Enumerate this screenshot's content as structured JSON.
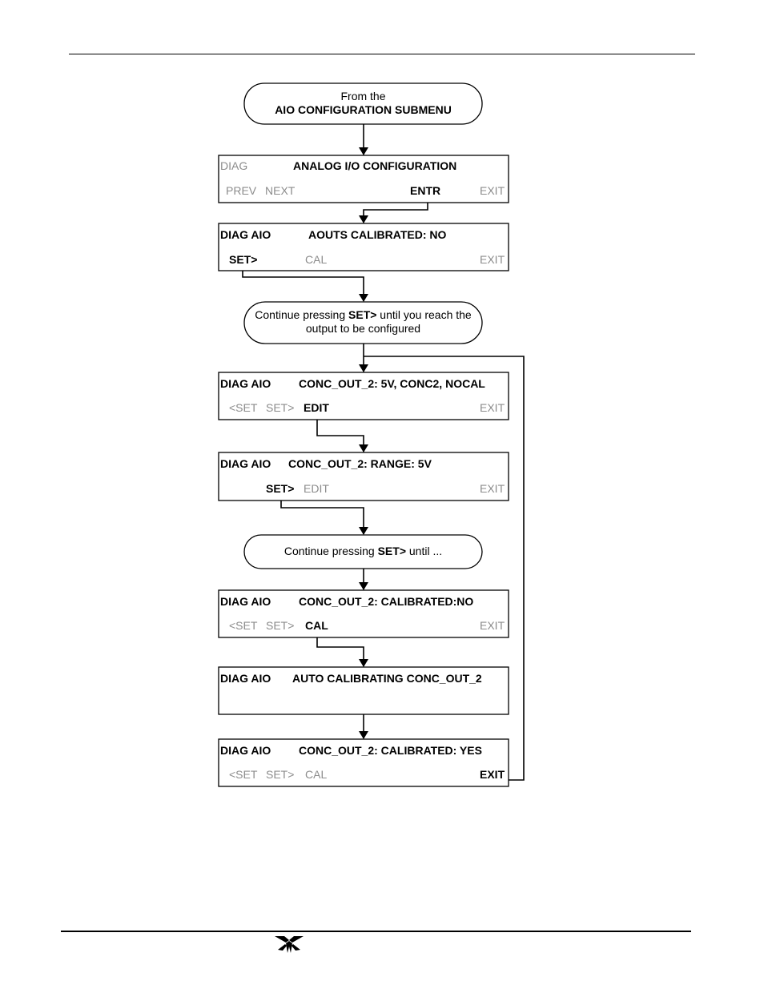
{
  "colors": {
    "line": "#000000",
    "inactive_text": "#8c8c8c"
  },
  "logo": {
    "icon": "teledyne-logo-icon"
  },
  "start": {
    "line1": "From the",
    "line2": "AIO CONFIGURATION SUBMENU"
  },
  "bubble_continue": {
    "pre": "Continue pressing ",
    "key": "SET>",
    "post": " until you reach the",
    "line2": "output to be configured"
  },
  "bubble_until": {
    "pre": "Continue pressing ",
    "key": "SET>",
    "post": " until ..."
  },
  "screens": [
    {
      "mode": "DIAG",
      "title": "ANALOG I/O CONFIGURATION",
      "keys": [
        "PREV",
        "NEXT",
        "ENTR",
        "EXIT"
      ]
    },
    {
      "mode": "DIAG AIO",
      "title": "AOUTS CALIBRATED: NO",
      "keys": [
        "SET>",
        "CAL",
        "EXIT"
      ]
    },
    {
      "mode": "DIAG AIO",
      "title": "CONC_OUT_2: 5V, CONC2, NOCAL",
      "keys": [
        "<SET",
        "SET>",
        "EDIT",
        "EXIT"
      ]
    },
    {
      "mode": "DIAG AIO",
      "title": "CONC_OUT_2: RANGE: 5V",
      "keys": [
        "SET>",
        "EDIT",
        "EXIT"
      ]
    },
    {
      "mode": "DIAG AIO",
      "title": "CONC_OUT_2: CALIBRATED:NO",
      "keys": [
        "<SET",
        "SET>",
        "CAL",
        "EXIT"
      ]
    },
    {
      "mode": "DIAG AIO",
      "title": "AUTO CALIBRATING CONC_OUT_2",
      "keys": []
    },
    {
      "mode": "DIAG AIO",
      "title": "CONC_OUT_2: CALIBRATED: YES",
      "keys": [
        "<SET",
        "SET>",
        "CAL",
        "EXIT"
      ]
    }
  ]
}
